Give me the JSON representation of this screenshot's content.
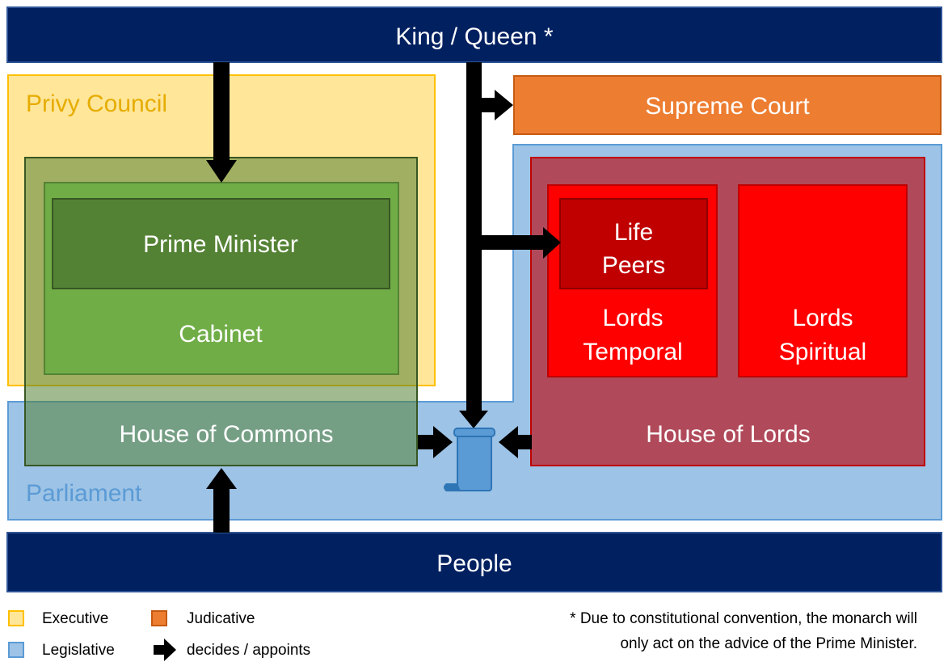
{
  "title": "King / Queen *",
  "people": "People",
  "privy_council": "Privy Council",
  "supreme_court": "Supreme Court",
  "parliament": "Parliament",
  "prime_minister": "Prime Minister",
  "cabinet": "Cabinet",
  "house_of_commons": "House of Commons",
  "house_of_lords": "House of Lords",
  "life_peers": [
    "Life",
    "Peers"
  ],
  "lords_temporal": [
    "Lords",
    "Temporal"
  ],
  "lords_spiritual": [
    "Lords",
    "Spiritual"
  ],
  "legend": {
    "executive": "Executive",
    "judicative": "Judicative",
    "legislative": "Legislative",
    "arrow": "decides / appoints"
  },
  "footnote": [
    "* Due to constitutional convention, the monarch will",
    "only act on the advice of the Prime Minister."
  ],
  "colors": {
    "navy": "#002060",
    "executive": "#FFC000",
    "judicative": "#ED7D31",
    "legislative": "#5B9BD5",
    "cabinet_green": "#70AD47",
    "pm_green": "#548235",
    "lords": "#FF0000"
  }
}
